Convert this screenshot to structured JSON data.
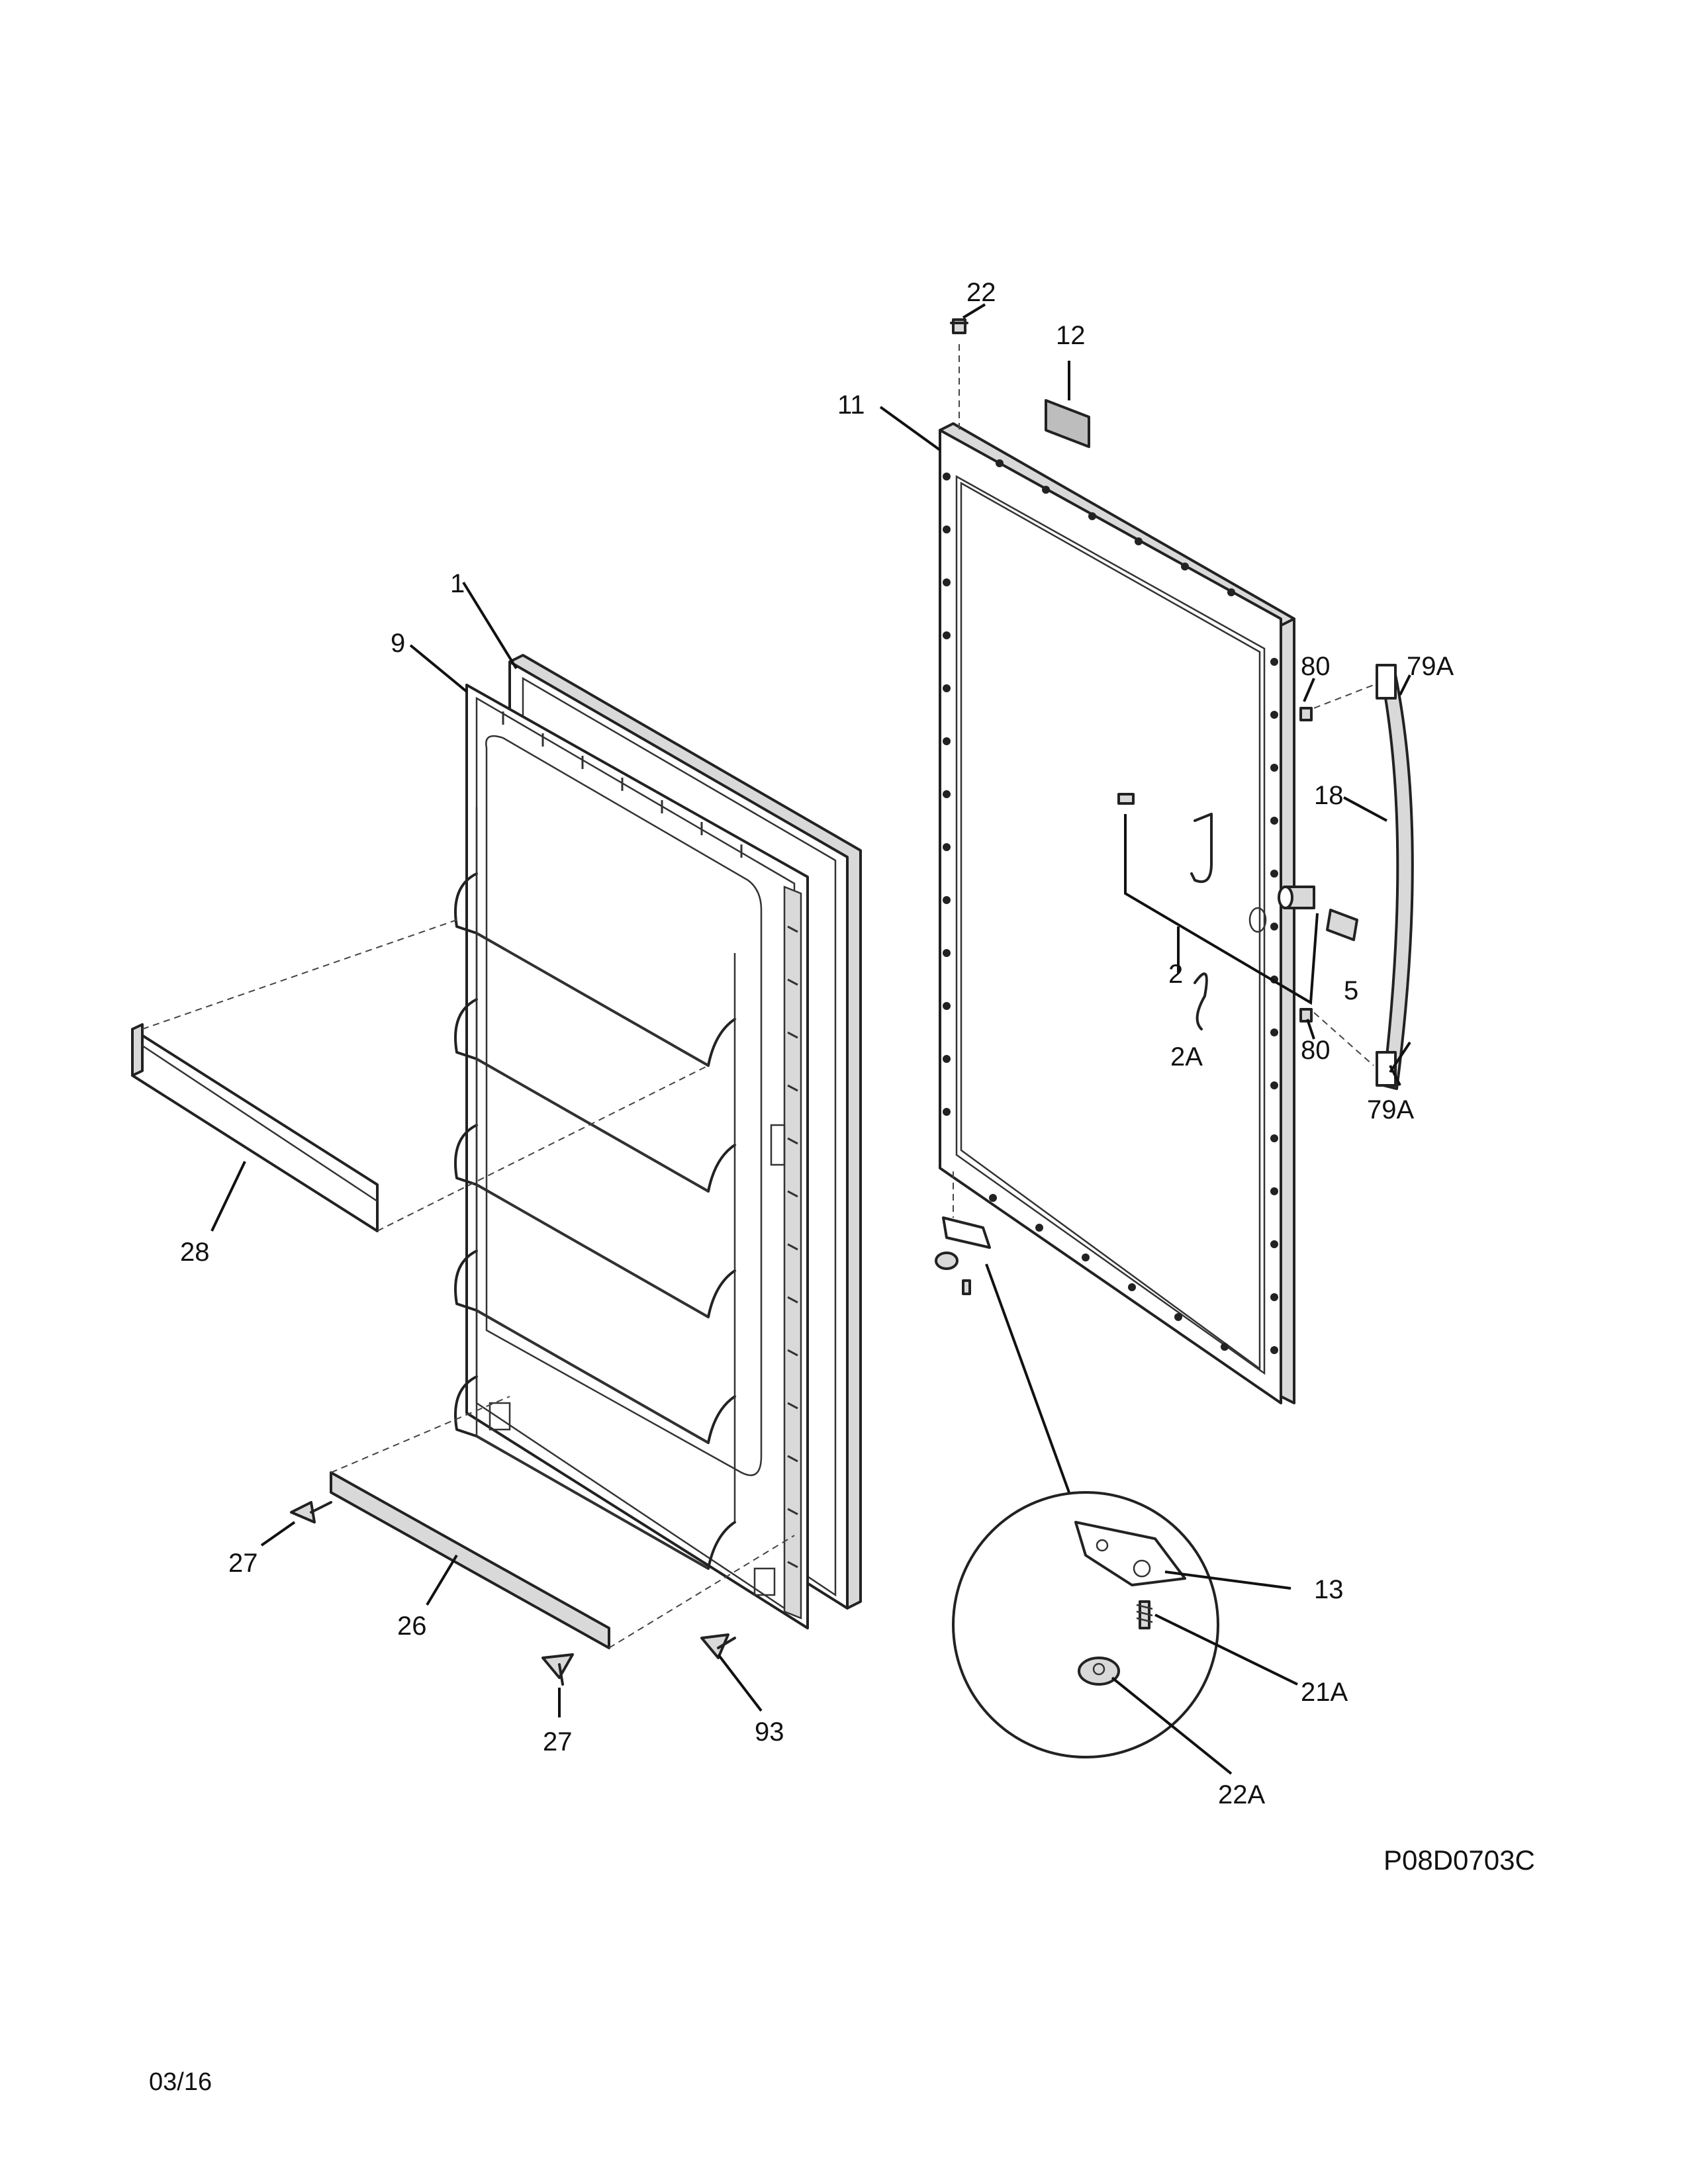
{
  "drawing_code": "P08D0703C",
  "date": "03/16",
  "callouts": {
    "c22": "22",
    "c12": "12",
    "c11": "11",
    "c1": "1",
    "c9": "9",
    "c80a": "80",
    "c79Aa": "79A",
    "c18": "18",
    "c2": "2",
    "c5": "5",
    "c2A": "2A",
    "c80b": "80",
    "c79Ab": "79A",
    "c28": "28",
    "c13": "13",
    "c21A": "21A",
    "c22A": "22A",
    "c27a": "27",
    "c26": "26",
    "c27b": "27",
    "c93": "93"
  }
}
